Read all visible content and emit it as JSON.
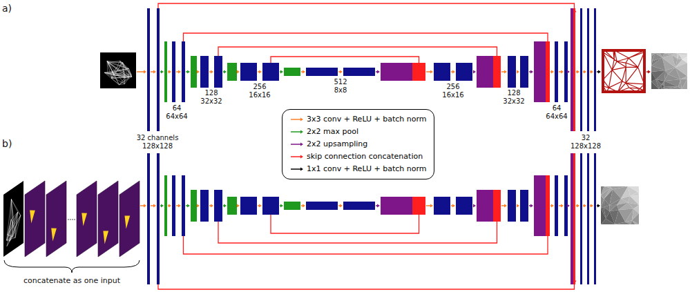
{
  "diagram": {
    "labels": [
      "a)",
      "128",
      "32x32",
      "256",
      "16x16",
      "512",
      "8x8",
      "256",
      "16x16",
      "128",
      "32x32",
      "64",
      "64x64",
      "64",
      "64x64",
      "32 channels",
      "128x128",
      "32",
      "128x128",
      "b)",
      "concatenate as one input"
    ],
    "legend": [
      {
        "text": "3x3 conv + ReLU + batch norm"
      },
      {
        "text": "2x2 max pool"
      },
      {
        "text": "2x2 upsampling"
      },
      {
        "text": "skip connection concatenation"
      },
      {
        "text": "1x1 conv + ReLU + batch norm"
      }
    ]
  }
}
